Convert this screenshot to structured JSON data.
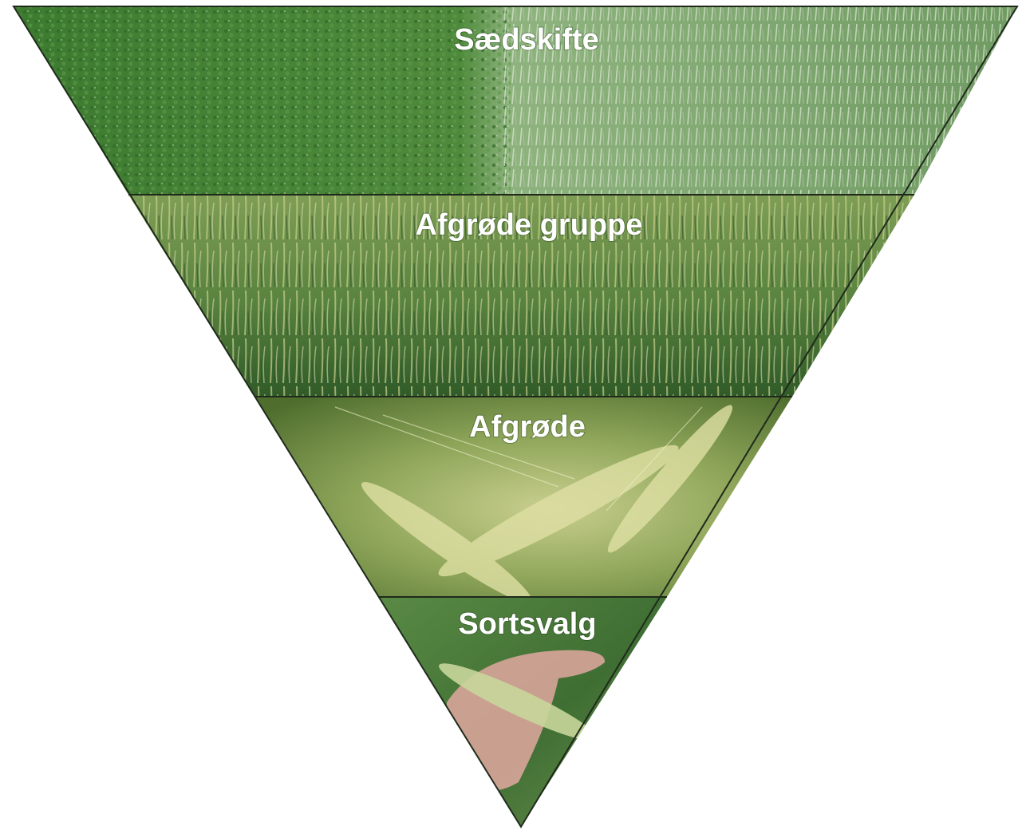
{
  "diagram": {
    "type": "inverted-pyramid",
    "layers": [
      {
        "id": "saedskifte",
        "label": "Sædskifte",
        "theme": "field-rotation"
      },
      {
        "id": "afgrode-gruppe",
        "label": "Afgrøde gruppe",
        "theme": "cereal-stand"
      },
      {
        "id": "afgrode",
        "label": "Afgrøde",
        "theme": "wheat-ears"
      },
      {
        "id": "sortsvalg",
        "label": "Sortsvalg",
        "theme": "hand-holding-ear"
      }
    ],
    "colors": {
      "outline": "#1f2a1c",
      "label": "#ffffff",
      "layer1_left": "#3f7d32",
      "layer1_right": "#9fbf8f",
      "layer2": "#5f8a42",
      "layer3": "#8fa65a",
      "layer4": "#4d7a3a",
      "skin": "#d8a59a"
    }
  }
}
